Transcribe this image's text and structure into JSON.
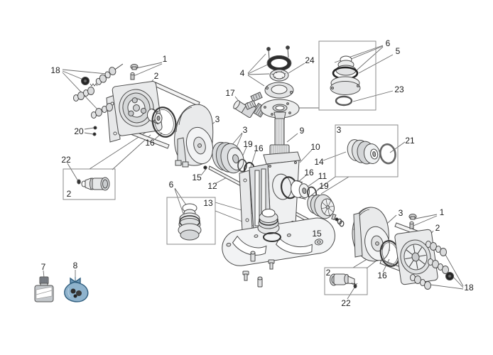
{
  "diagram": {
    "type": "exploded-parts-diagram",
    "background": "#ffffff",
    "line_color": "#4a4a4a",
    "fill_light": "#eceded",
    "fill_mid": "#d8dadb",
    "fill_dark": "#2b2b2b",
    "bag_fill": "#8fb3cd",
    "bag_stroke": "#2f5d7d",
    "unique_part_numbers": [
      "1",
      "2",
      "3",
      "4",
      "5",
      "6",
      "7",
      "8",
      "9",
      "10",
      "11",
      "12",
      "13",
      "14",
      "15",
      "16",
      "17",
      "18",
      "19",
      "20",
      "21",
      "22",
      "23",
      "24"
    ]
  },
  "callouts": [
    {
      "label": "1"
    },
    {
      "label": "2"
    },
    {
      "label": "18"
    },
    {
      "label": "20"
    },
    {
      "label": "22"
    },
    {
      "label": "2"
    },
    {
      "label": "7"
    },
    {
      "label": "8"
    },
    {
      "label": "17"
    },
    {
      "label": "4"
    },
    {
      "label": "24"
    },
    {
      "label": "6"
    },
    {
      "label": "5"
    },
    {
      "label": "23"
    },
    {
      "label": "3"
    },
    {
      "label": "3"
    },
    {
      "label": "19"
    },
    {
      "label": "16"
    },
    {
      "label": "16"
    },
    {
      "label": "9"
    },
    {
      "label": "10"
    },
    {
      "label": "14"
    },
    {
      "label": "16"
    },
    {
      "label": "11"
    },
    {
      "label": "19"
    },
    {
      "label": "15"
    },
    {
      "label": "12"
    },
    {
      "label": "13"
    },
    {
      "label": "6"
    },
    {
      "label": "15"
    },
    {
      "label": "3"
    },
    {
      "label": "21"
    },
    {
      "label": "3"
    },
    {
      "label": "1"
    },
    {
      "label": "2"
    },
    {
      "label": "16"
    },
    {
      "label": "18"
    },
    {
      "label": "2"
    },
    {
      "label": "22"
    }
  ]
}
